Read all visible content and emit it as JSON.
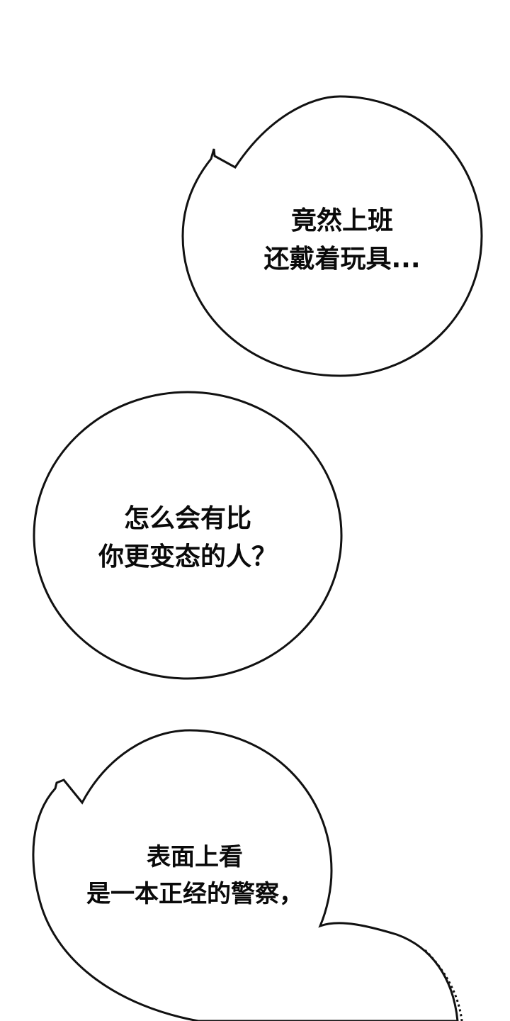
{
  "bubbles": [
    {
      "lines": [
        "竟然上班",
        "还戴着玩具..."
      ]
    },
    {
      "lines": [
        "怎么会有比",
        "你更变态的人？"
      ]
    },
    {
      "lines": [
        "表面上看",
        "是一本正经的警察，"
      ]
    }
  ],
  "colors": {
    "background": "#ffffff",
    "outline": "#111111",
    "text": "#0a0a0a"
  }
}
